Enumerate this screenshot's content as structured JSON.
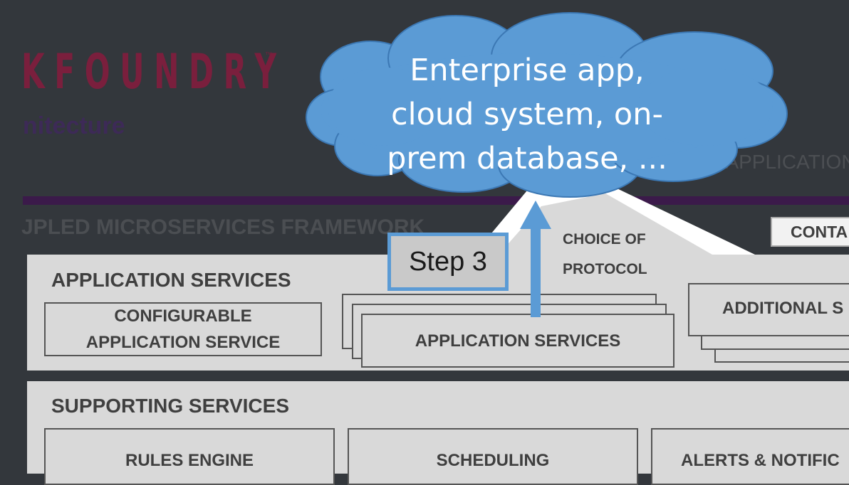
{
  "header": {
    "logo_text": "KFOUNDRY",
    "trademark": "™",
    "subtitle_fragment": "nitecture",
    "right_fragment": "D APPLICATION",
    "framework_title": "JPLED MICROSERVICES FRAMEWORK"
  },
  "cloud": {
    "line1": "Enterprise app,",
    "line2": "cloud system, on-",
    "line3": "prem database, ..."
  },
  "step_label": "Step 3",
  "protocol": {
    "line1": "CHOICE OF",
    "line2": "PROTOCOL"
  },
  "contai_label": "CONTA",
  "application_services": {
    "title": "APPLICATION SERVICES",
    "configurable_line1": "CONFIGURABLE",
    "configurable_line2": "APPLICATION SERVICE",
    "stack_label": "APPLICATION SERVICES",
    "additional_label": "ADDITIONAL S"
  },
  "supporting_services": {
    "title": "SUPPORTING SERVICES",
    "items": [
      "RULES ENGINE",
      "SCHEDULING",
      "ALERTS & NOTIFIC"
    ]
  },
  "colors": {
    "background": "#33373c",
    "panel": "#d9d9d9",
    "cloud_fill": "#5b9bd5",
    "arrow": "#5b9bd5",
    "purple_bar": "#3b1a4a",
    "logo": "#7a1f3d"
  }
}
